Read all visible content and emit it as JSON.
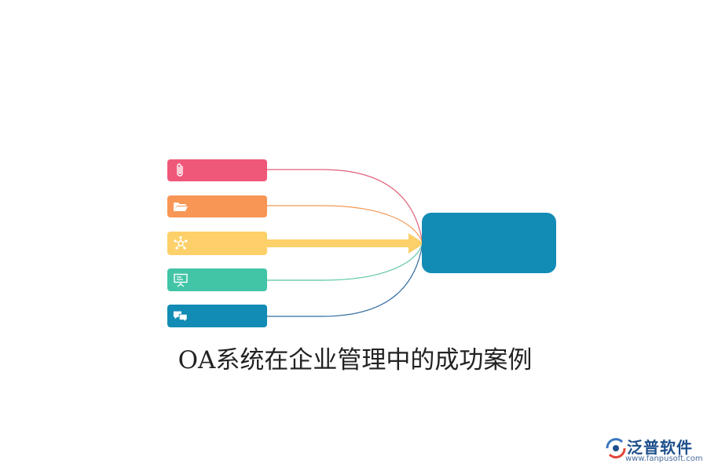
{
  "diagram": {
    "title": "OA系统在企业管理中的成功案例",
    "hub": {
      "label": "",
      "color": "#128cb5"
    },
    "items": [
      {
        "label": "",
        "icon": "paperclip-icon",
        "color": "#f0587a"
      },
      {
        "label": "",
        "icon": "folder-open-icon",
        "color": "#f79655"
      },
      {
        "label": "",
        "icon": "network-icon",
        "color": "#fdd069"
      },
      {
        "label": "",
        "icon": "presentation-board-icon",
        "color": "#42c5a6"
      },
      {
        "label": "",
        "icon": "chat-bubbles-icon",
        "color": "#128cb5"
      }
    ],
    "connector_colors": [
      "#e0607a",
      "#f39a58",
      "#fdd069",
      "#56c4a4",
      "#2f6a9e"
    ]
  },
  "logo": {
    "name": "泛普软件",
    "url": "www.fanpusoft.com"
  }
}
